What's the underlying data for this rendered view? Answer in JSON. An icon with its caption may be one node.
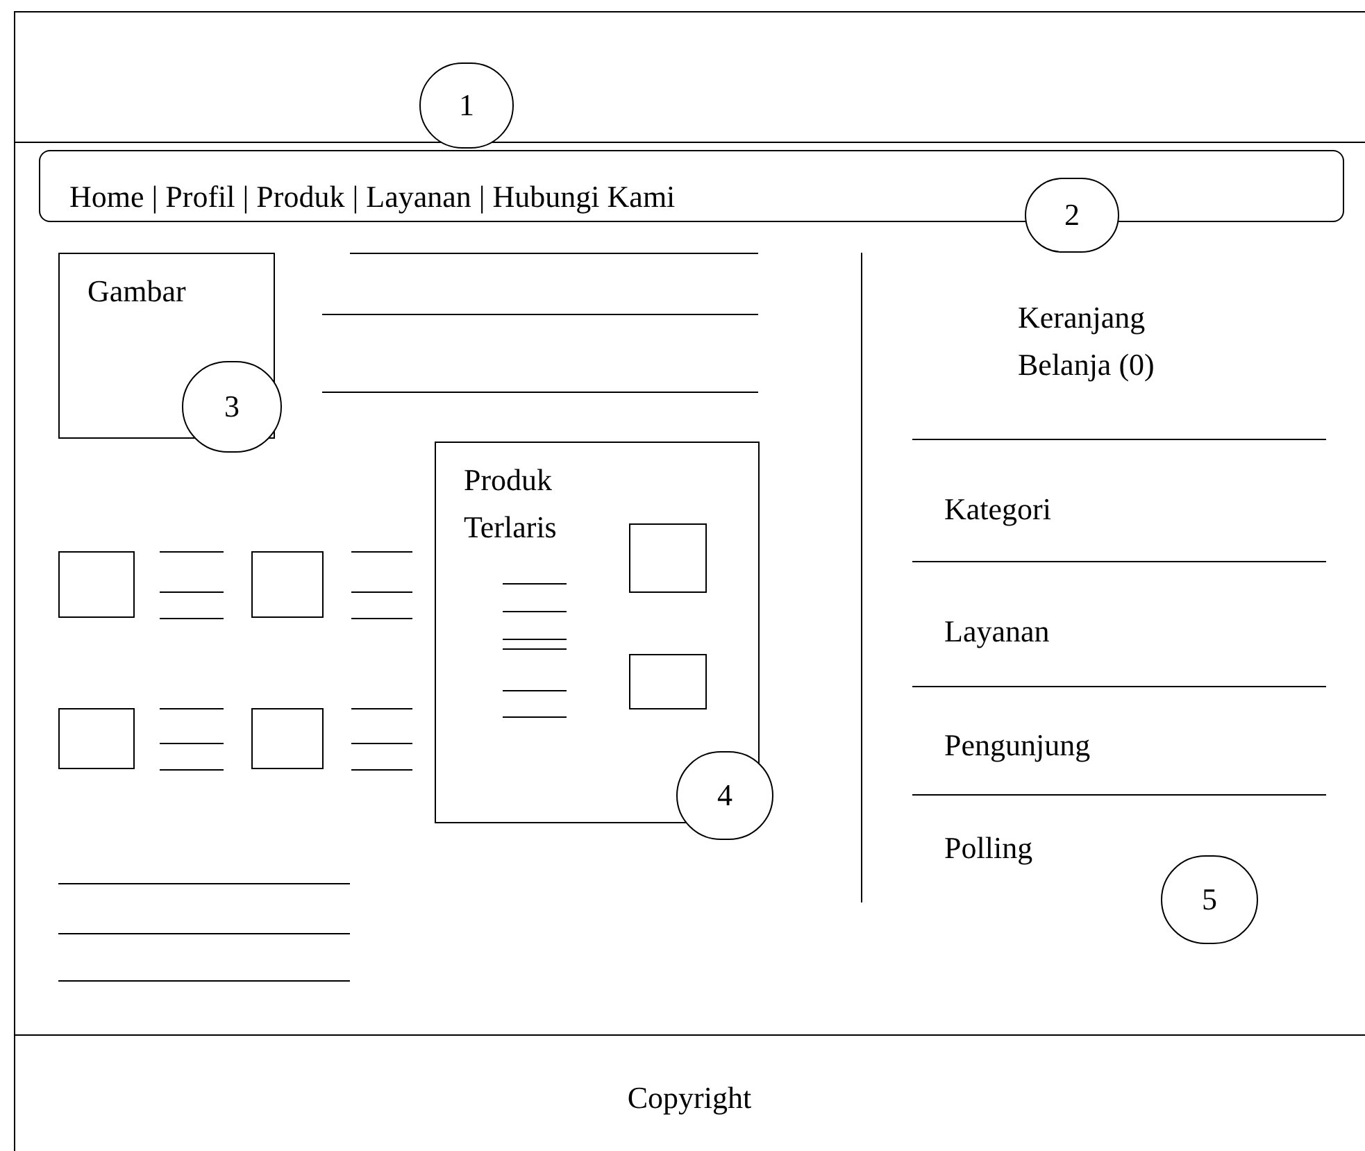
{
  "diagram": {
    "nodes": [
      {
        "text": [
          "1"
        ]
      },
      {
        "text": [
          "Home | Profil | Produk | Layanan | Hubungi Kami"
        ]
      },
      {
        "text": [
          "2"
        ]
      },
      {
        "text": [
          "Gambar"
        ]
      },
      {
        "text": [
          "3"
        ]
      },
      {
        "text": [],
        "shape": "box"
      },
      {
        "text": [],
        "shape": "box"
      },
      {
        "text": [
          "Produk Terlaris"
        ]
      },
      {
        "text": [],
        "shape": "box",
        "in": 7
      },
      {
        "text": [],
        "shape": "box",
        "in": 7
      },
      {
        "text": [],
        "shape": "box"
      },
      {
        "text": [],
        "shape": "box"
      },
      {
        "text": [
          "4"
        ]
      },
      {
        "text": [
          "5"
        ]
      }
    ],
    "labels": [
      "Keranjang Belanja (0)",
      "Kategori",
      "Layanan",
      "Pengunjung",
      "Polling",
      "Copyright"
    ]
  }
}
